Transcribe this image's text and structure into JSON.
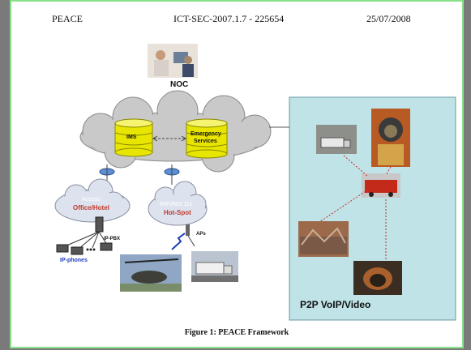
{
  "header": {
    "left": "PEACE",
    "center": "ICT-SEC-2007.1.7 - 225654",
    "right": "25/07/2008"
  },
  "diagram": {
    "noc": "NOC",
    "ims": "IMS",
    "emergency_line1": "Emergency",
    "emergency_line2": "Services",
    "access_line1": "Access",
    "access_line2": "Office/Hotel",
    "wifi_line1": "WiFi/802.11x",
    "wifi_line2": "Hot-Spot",
    "ip_pbx": "IP-PBX",
    "ip_phones": "IP-phones",
    "aps": "APs",
    "p2p": "P2P VoIP/Video"
  },
  "caption": "Figure 1: PEACE Framework",
  "colors": {
    "page_border": "#88e28a",
    "panel": "#bfe3e6",
    "cloud": "#c9c9c9",
    "db_yellow": "#e8e600",
    "access_text": "#c0392b",
    "blue_text": "#1d3fbf"
  }
}
